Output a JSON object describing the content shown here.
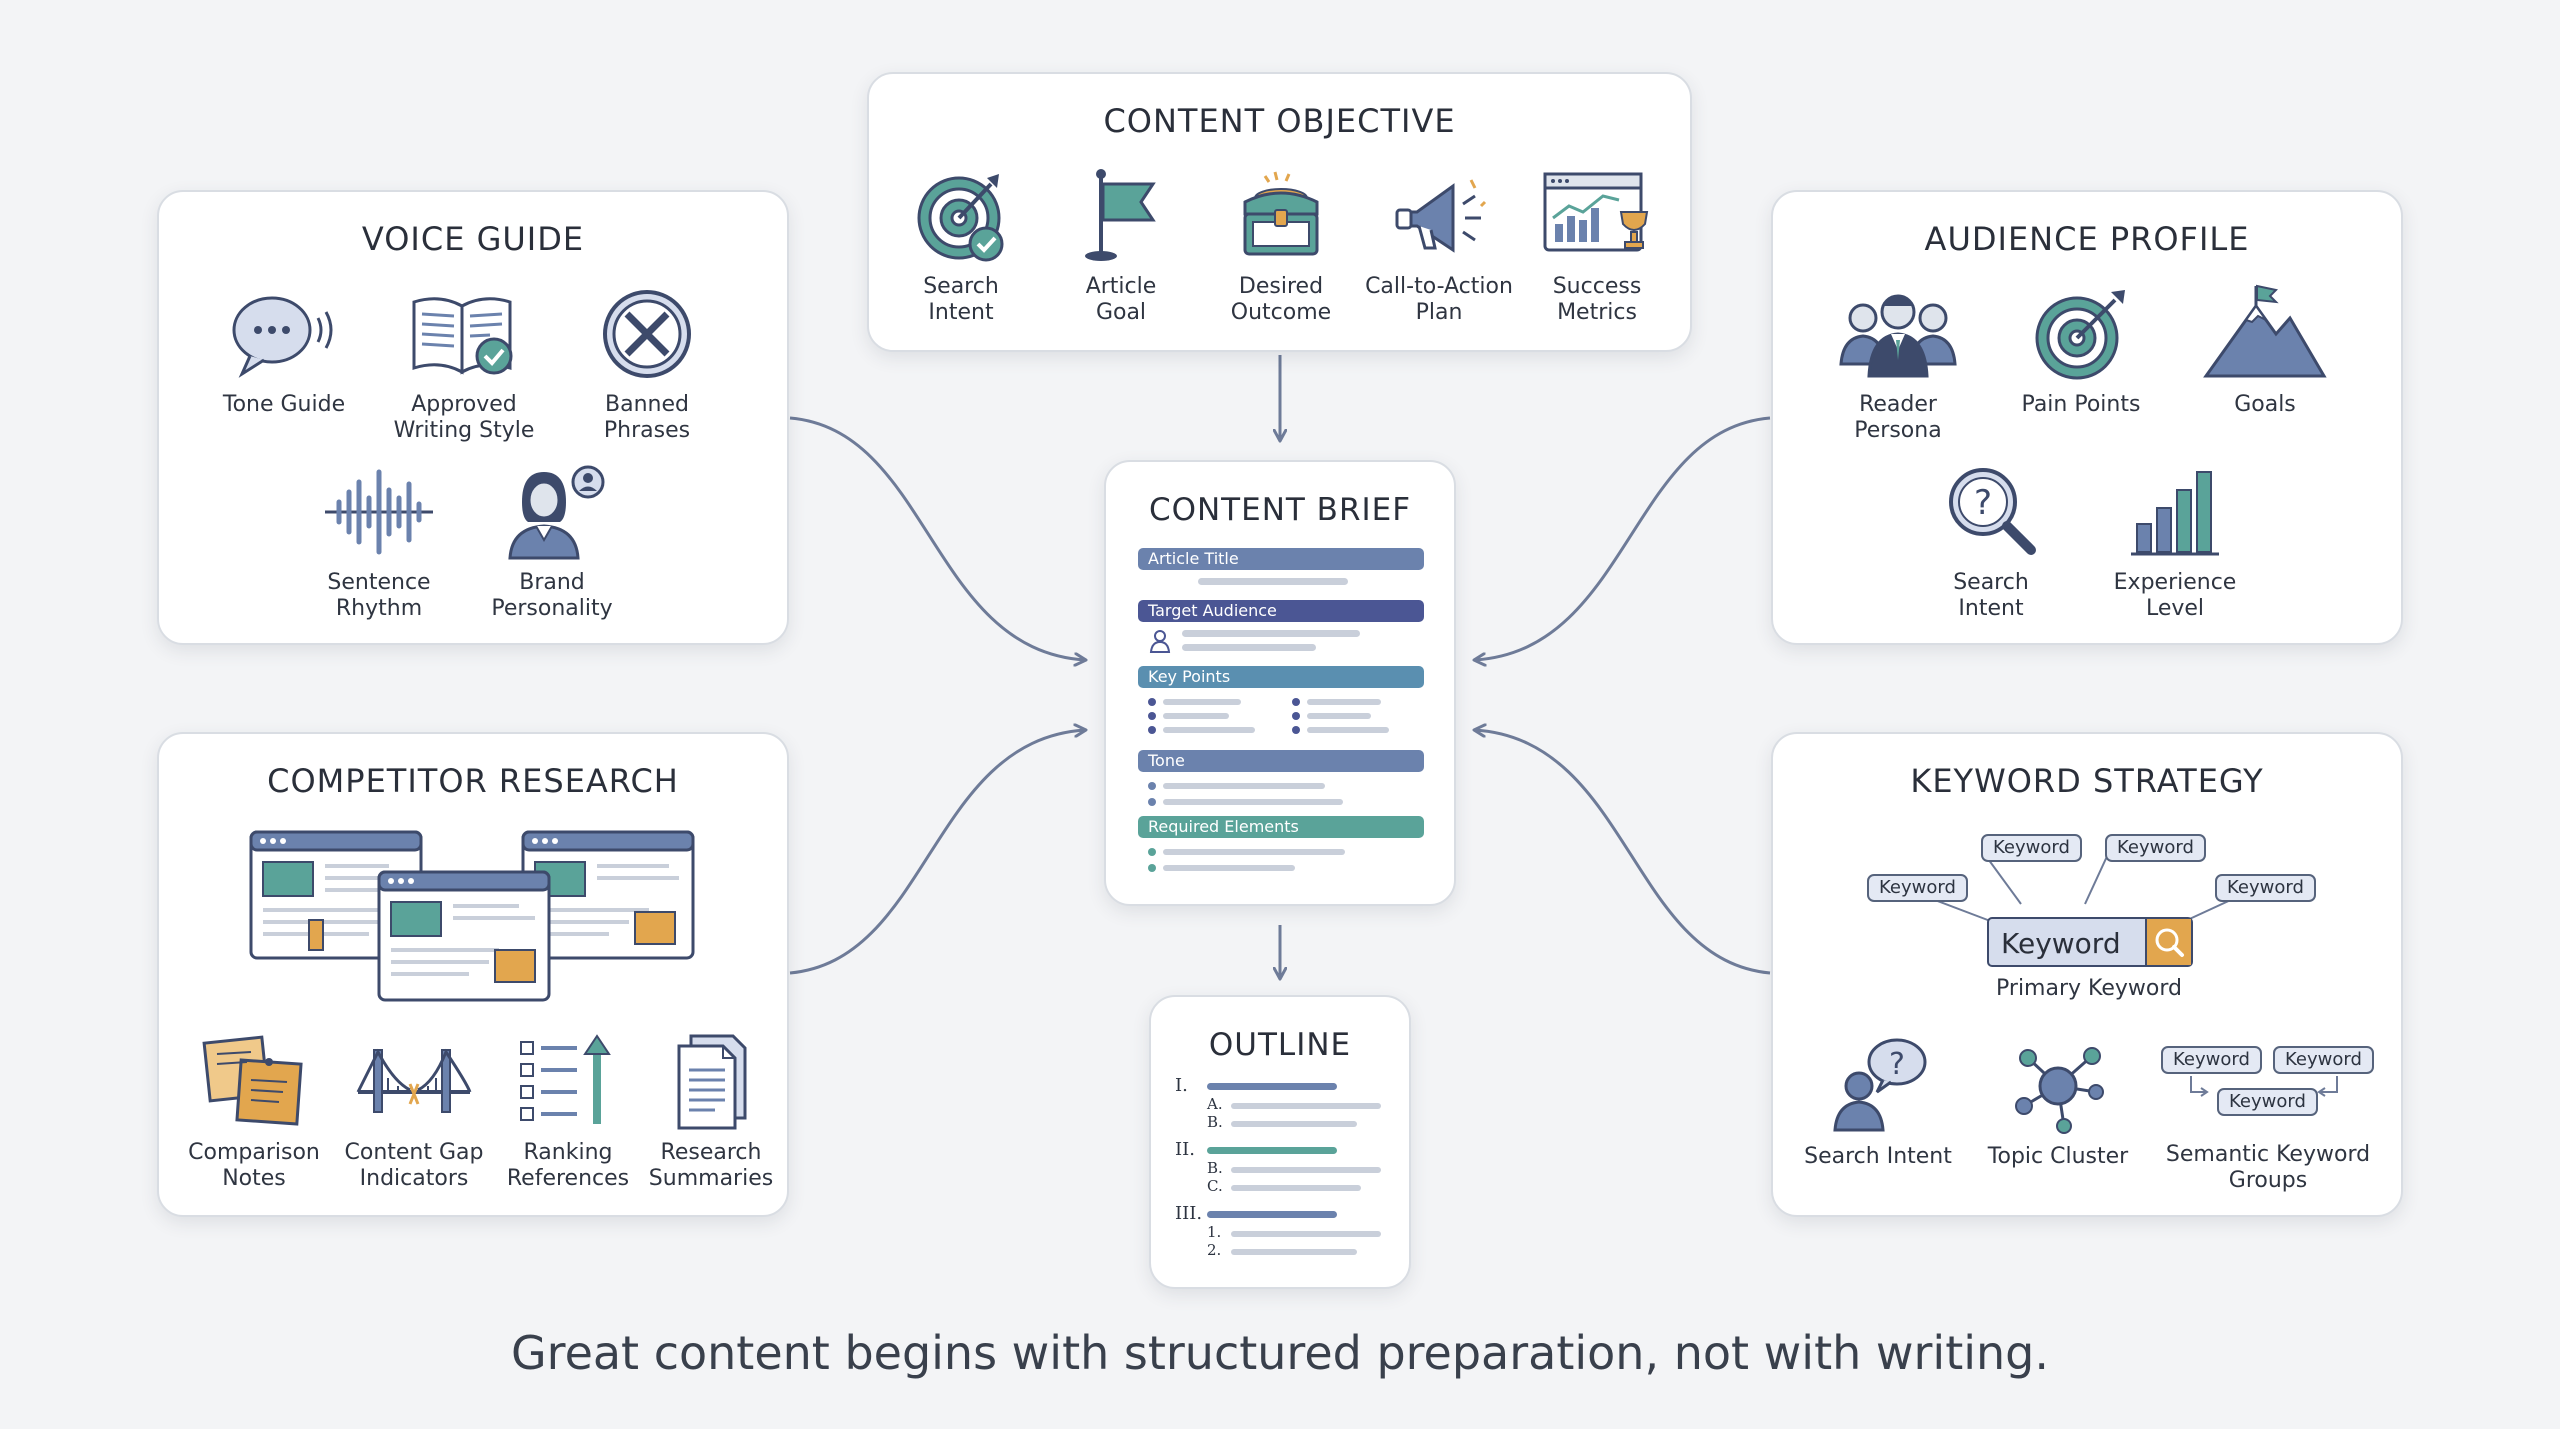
{
  "colors": {
    "navy": "#3d4a6b",
    "teal": "#5aa399",
    "orange": "#e2a64e",
    "blue_bar": "#6b82ad",
    "indigo_bar": "#4b5694",
    "connector": "#6e7b98"
  },
  "content_objective": {
    "title": "CONTENT OBJECTIVE",
    "items": [
      {
        "label": "Search\nIntent",
        "icon": "target-check-icon"
      },
      {
        "label": "Article\nGoal",
        "icon": "flag-icon"
      },
      {
        "label": "Desired\nOutcome",
        "icon": "treasure-chest-icon"
      },
      {
        "label": "Call-to-Action\nPlan",
        "icon": "megaphone-icon"
      },
      {
        "label": "Success\nMetrics",
        "icon": "chart-trophy-icon"
      }
    ]
  },
  "voice_guide": {
    "title": "VOICE GUIDE",
    "items": [
      {
        "label": "Tone Guide",
        "icon": "speech-bubble-icon"
      },
      {
        "label": "Approved\nWriting Style",
        "icon": "open-book-check-icon"
      },
      {
        "label": "Banned\nPhrases",
        "icon": "banned-x-icon"
      },
      {
        "label": "Sentence\nRhythm",
        "icon": "sound-wave-icon"
      },
      {
        "label": "Brand\nPersonality",
        "icon": "person-profile-icon"
      }
    ]
  },
  "audience_profile": {
    "title": "AUDIENCE PROFILE",
    "items": [
      {
        "label": "Reader\nPersona",
        "icon": "group-people-icon"
      },
      {
        "label": "Pain Points",
        "icon": "target-arrow-icon"
      },
      {
        "label": "Goals",
        "icon": "mountain-flag-icon"
      },
      {
        "label": "Search\nIntent",
        "icon": "magnifier-question-icon"
      },
      {
        "label": "Experience\nLevel",
        "icon": "bar-levels-icon"
      }
    ]
  },
  "content_brief": {
    "title": "CONTENT BRIEF",
    "sections": [
      {
        "label": "Article Title",
        "color": "#6b82ad"
      },
      {
        "label": "Target Audience",
        "color": "#4b5694"
      },
      {
        "label": "Key Points",
        "color": "#5a8fb0"
      },
      {
        "label": "Tone",
        "color": "#6b82ad"
      },
      {
        "label": "Required Elements",
        "color": "#5aa399"
      }
    ]
  },
  "outline": {
    "title": "OUTLINE",
    "numerals": [
      "I.",
      "A.",
      "B.",
      "II.",
      "B.",
      "C.",
      "III.",
      "1.",
      "2."
    ]
  },
  "competitor_research": {
    "title": "COMPETITOR RESEARCH",
    "items": [
      {
        "label": "Comparison\nNotes",
        "icon": "sticky-notes-icon"
      },
      {
        "label": "Content Gap\nIndicators",
        "icon": "bridge-gap-icon"
      },
      {
        "label": "Ranking\nReferences",
        "icon": "ranking-list-icon"
      },
      {
        "label": "Research\nSummaries",
        "icon": "documents-icon"
      }
    ]
  },
  "keyword_strategy": {
    "title": "KEYWORD STRATEGY",
    "satellite_keywords": [
      "Keyword",
      "Keyword",
      "Keyword",
      "Keyword"
    ],
    "primary_keyword": "Keyword",
    "primary_label": "Primary Keyword",
    "items": [
      {
        "label": "Search Intent",
        "icon": "person-question-icon"
      },
      {
        "label": "Topic Cluster",
        "icon": "cluster-nodes-icon"
      },
      {
        "label": "Semantic Keyword\nGroups",
        "icon": "keyword-groups-icon"
      }
    ],
    "group_keywords": [
      "Keyword",
      "Keyword",
      "Keyword"
    ]
  },
  "tagline": "Great content begins with structured preparation, not with writing."
}
